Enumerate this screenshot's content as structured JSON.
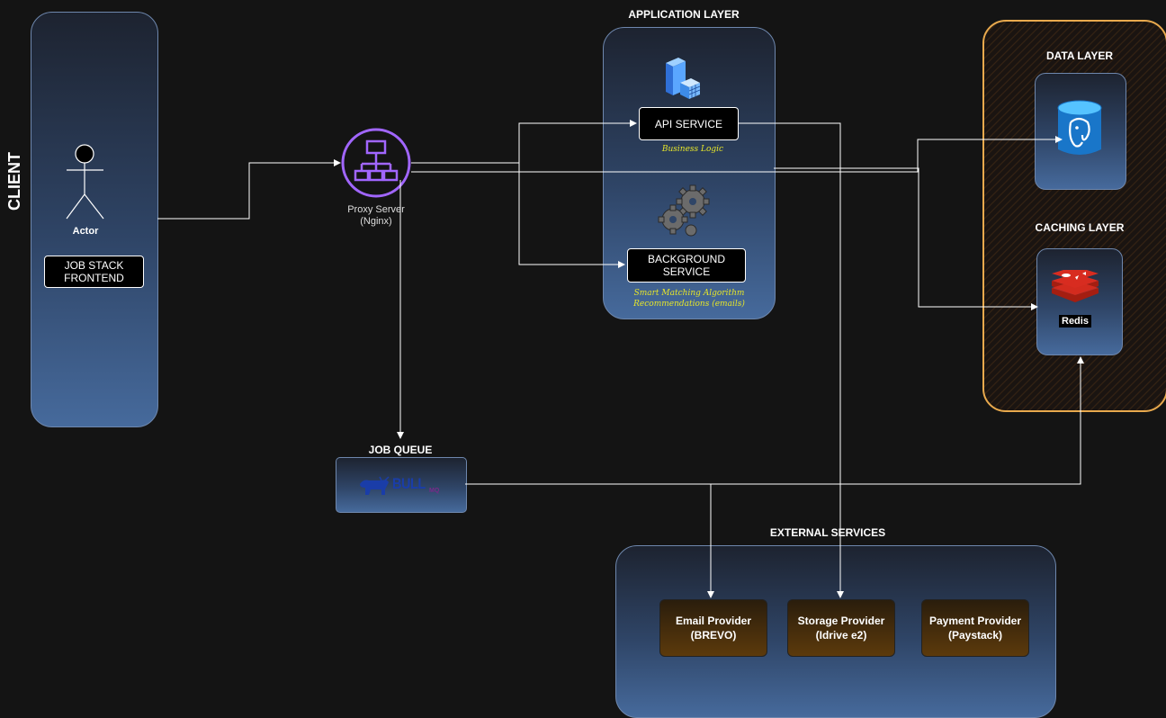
{
  "client": {
    "vertical_label": "CLIENT",
    "actor_label": "Actor",
    "frontend_label": [
      "JOB STACK",
      "FRONTEND"
    ]
  },
  "proxy": {
    "label": [
      "Proxy Server",
      "(Nginx)"
    ]
  },
  "application": {
    "title": "APPLICATION LAYER",
    "api_service": "API SERVICE",
    "api_note": "Business Logic",
    "background_service": [
      "BACKGROUND",
      "SERVICE"
    ],
    "background_note": [
      "Smart Matching Algorithm",
      "Recommendations (emails)"
    ]
  },
  "data_layer": {
    "title": "DATA LAYER"
  },
  "caching_layer": {
    "title": "CACHING LAYER",
    "redis_label": "Redis"
  },
  "job_queue": {
    "title": "JOB QUEUE",
    "logo_text": "BULL",
    "logo_sub": "MQ"
  },
  "external": {
    "title": "EXTERNAL SERVICES",
    "providers": [
      {
        "name": "Email Provider",
        "detail": "(BREVO)"
      },
      {
        "name": "Storage Provider",
        "detail": "(Idrive e2)"
      },
      {
        "name": "Payment Provider",
        "detail": "(Paystack)"
      }
    ]
  },
  "colors": {
    "connector": "#ffffff",
    "proxy_accent": "#a166ff",
    "note_yellow": "#e6e62a",
    "data_border": "#e8a94d"
  }
}
